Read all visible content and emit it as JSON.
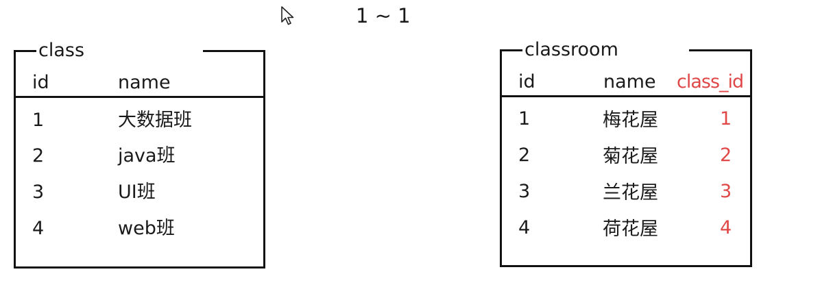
{
  "relation_label": "1 ~ 1",
  "colors": {
    "line": "#111111",
    "text": "#1a1a1a",
    "highlight": "#e04848"
  },
  "class_table": {
    "title": "class",
    "headers": [
      "id",
      "name"
    ],
    "rows": [
      [
        "1",
        "大数据班"
      ],
      [
        "2",
        "java班"
      ],
      [
        "3",
        "UI班"
      ],
      [
        "4",
        "web班"
      ]
    ]
  },
  "classroom_table": {
    "title": "classroom",
    "headers": [
      "id",
      "name",
      "class_id"
    ],
    "rows": [
      [
        "1",
        "梅花屋",
        "1"
      ],
      [
        "2",
        "菊花屋",
        "2"
      ],
      [
        "3",
        "兰花屋",
        "3"
      ],
      [
        "4",
        "荷花屋",
        "4"
      ]
    ]
  },
  "icons": {
    "cursor": "mouse-pointer-icon"
  }
}
